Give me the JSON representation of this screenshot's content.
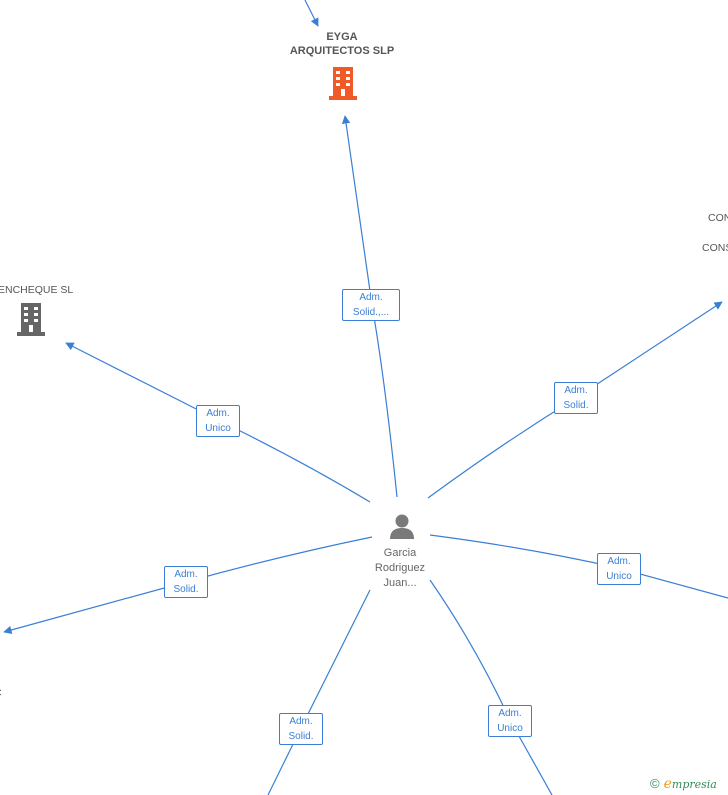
{
  "center_person": {
    "name_lines": [
      "Garcia",
      "Rodriguez",
      "Juan..."
    ],
    "icon": "person-icon"
  },
  "companies": {
    "eyga": {
      "lines": [
        "EYGA",
        "ARQUITECTOS SLP"
      ],
      "icon": "building-icon",
      "color": "#f05a28"
    },
    "encheque": {
      "lines": [
        "ENCHEQUE SL"
      ],
      "icon": "building-icon",
      "color": "#666666"
    },
    "right_top": {
      "lines": [
        "CON",
        "CONS"
      ]
    },
    "left_partial": {
      "lines": [
        "C"
      ]
    }
  },
  "roles": [
    {
      "lines": [
        "Adm.",
        "Solid.,..."
      ]
    },
    {
      "lines": [
        "Adm.",
        "Unico"
      ]
    },
    {
      "lines": [
        "Adm.",
        "Solid."
      ]
    },
    {
      "lines": [
        "Adm.",
        "Solid."
      ]
    },
    {
      "lines": [
        "Adm.",
        "Unico"
      ]
    },
    {
      "lines": [
        "Adm.",
        "Solid."
      ]
    },
    {
      "lines": [
        "Adm.",
        "Unico"
      ]
    }
  ],
  "colors": {
    "edge": "#3a7fd5",
    "highlight_company": "#f05a28",
    "company": "#666666"
  },
  "footer": {
    "copyright": "©",
    "brand_e": "e",
    "brand_rest": "mpresia"
  }
}
